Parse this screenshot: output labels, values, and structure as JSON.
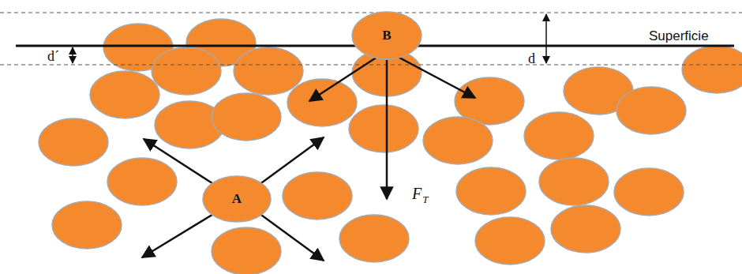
{
  "diagram": {
    "nodes": [
      {
        "text": [
          "B"
        ]
      },
      {
        "text": [
          "A"
        ]
      }
    ],
    "labels": [
      "Superficie",
      "d´",
      "d",
      "F",
      "T"
    ]
  }
}
